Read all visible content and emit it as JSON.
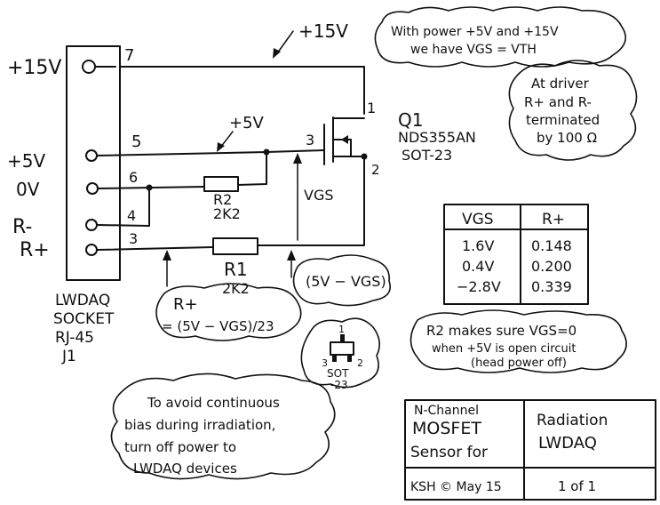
{
  "connector": {
    "pins": [
      {
        "label": "+15V",
        "number": "7"
      },
      {
        "label": "+5V",
        "number": "5"
      },
      {
        "label": "0V",
        "number": "6"
      },
      {
        "label": "R-",
        "number": "4"
      },
      {
        "label": "R+",
        "number": "3"
      }
    ],
    "name_lines": [
      "LWDAQ",
      "SOCKET",
      "RJ-45",
      "J1"
    ]
  },
  "rails": {
    "plus15": "+15V",
    "plus5": "+5V"
  },
  "transistor": {
    "designator": "Q1",
    "part": "NDS355AN",
    "package": "SOT-23",
    "pins": {
      "drain": "1",
      "gate": "3",
      "source": "2"
    }
  },
  "resistors": {
    "r2": {
      "designator": "R2",
      "value": "2K2"
    },
    "r1": {
      "designator": "R1",
      "value": "2K2"
    }
  },
  "vgs_label": "VGS",
  "notes": {
    "threshold": [
      "With power +5V and +15V",
      "we have VGS = VTH"
    ],
    "driver": [
      "At driver",
      "R+ and R-",
      "terminated",
      "by 100 Ω"
    ],
    "rplus_formula": [
      "R+",
      "= (5V − VGS)/23"
    ],
    "five_minus_vgs": "(5V − VGS)",
    "sot_pins": {
      "left": "3",
      "right": "2",
      "top": "1",
      "name": [
        "SOT",
        "-23"
      ]
    },
    "r2_note": [
      "R2 makes sure VGS=0",
      "when +5V is open circuit",
      "(head power off)"
    ],
    "avoid_bias": [
      "To avoid continuous",
      "bias during irradiation,",
      "turn off power to",
      "LWDAQ devices"
    ]
  },
  "vgs_table": {
    "headers": [
      "VGS",
      "R+"
    ],
    "rows": [
      [
        "1.6V",
        "0.148"
      ],
      [
        "0.4V",
        "0.200"
      ],
      [
        "−2.8V",
        "0.339"
      ]
    ]
  },
  "title_block": {
    "title_left": [
      "N-Channel",
      "MOSFET",
      "Sensor for"
    ],
    "title_right": [
      "Radiation",
      "LWDAQ"
    ],
    "author_date": "KSH © May 15",
    "sheet": "1 of 1"
  }
}
